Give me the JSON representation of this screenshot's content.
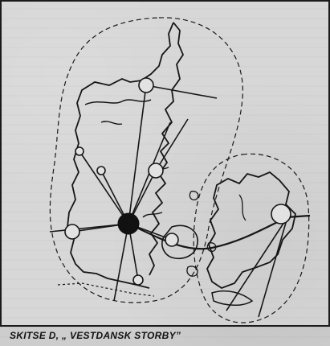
{
  "caption": "SKITSE D, „ VESTDANSK STORBY”",
  "colors": {
    "ink": "#161616",
    "paper": "#cdcdcd"
  },
  "map": {
    "regions": [
      "west-region-boundary",
      "east-region-boundary"
    ],
    "hub_style": "filled-circle",
    "satellite_style": "open-circle"
  }
}
